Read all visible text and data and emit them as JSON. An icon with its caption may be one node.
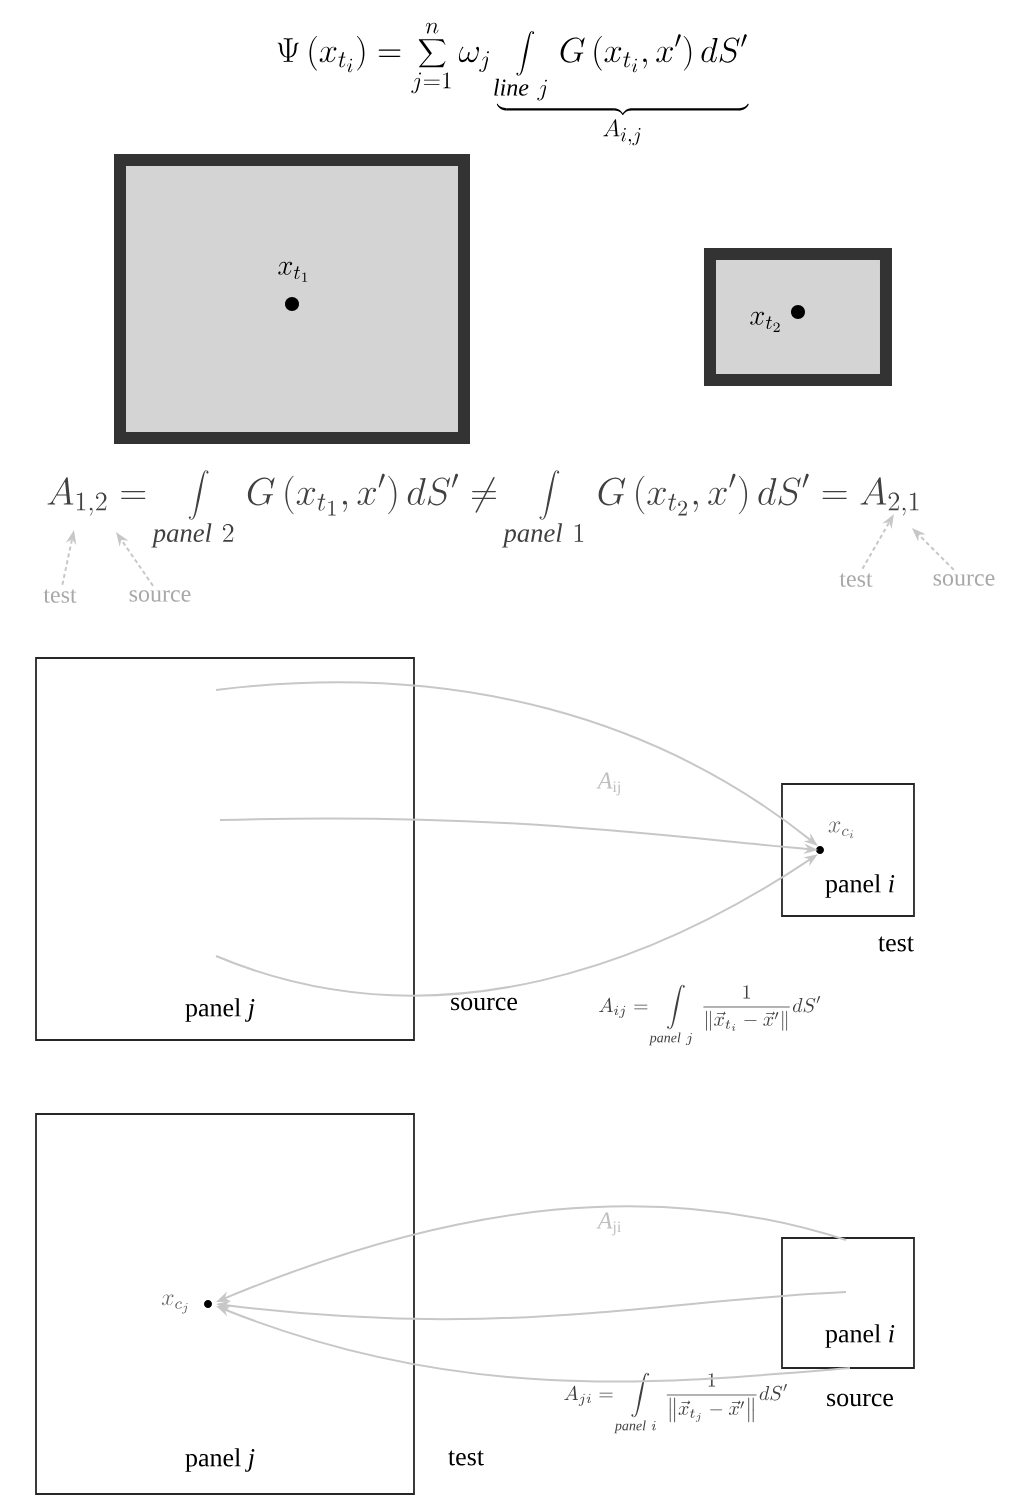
{
  "diagram": {
    "title": "\\Psi\\left(x_{t_i}\\right) = \\sum_{j=1}^{n} \\omega_j \\underbrace{\\int\\limits_{\\mathit{line}\\ j} G\\left(x_{t_i}, x'\\right) dS'}_{A_{i,j}}",
    "nodes": [
      {
        "text": [
          "x_{t_1}"
        ]
      },
      {
        "text": [
          "x_{t_2}"
        ]
      },
      {
        "text": [
          "panel *j*"
        ],
        "beside": [
          "source"
        ]
      },
      {
        "text": [
          "panel *i*"
        ],
        "beside": [
          "test"
        ]
      },
      {
        "text": [
          "x_{c_i}"
        ],
        "in": 3
      },
      {
        "text": [
          "panel *j*"
        ],
        "beside": [
          "test"
        ]
      },
      {
        "text": [
          "x_{c_j}"
        ],
        "in": 5
      },
      {
        "text": [
          "panel *i*"
        ],
        "beside": [
          "source"
        ]
      },
      {
        "text": [
          "test"
        ]
      },
      {
        "text": [
          "source"
        ]
      },
      {
        "text": [
          "test"
        ]
      },
      {
        "text": [
          "source"
        ]
      },
      {
        "text": [
          "A_{1,2} = \\int\\limits_{\\mathit{panel}\\ 2} G\\left(x_{t_1}, x'\\right) dS' \\neq \\int\\limits_{\\mathit{panel}\\ 1} G\\left(x_{t_2}, x'\\right) dS' = A_{2,1}"
        ]
      }
    ],
    "edges": [
      {
        "from": 2,
        "to": 4,
        "arrow": "to",
        "label": "*A*$_{ij}$"
      },
      {
        "from": 2,
        "to": 4,
        "arrow": "to"
      },
      {
        "from": 2,
        "to": 4,
        "arrow": "to"
      },
      {
        "from": 7,
        "to": 6,
        "arrow": "to",
        "label": "*A*$_{ji}$"
      },
      {
        "from": 7,
        "to": 6,
        "arrow": "to"
      },
      {
        "from": 7,
        "to": 6,
        "arrow": "to"
      },
      {
        "from": 8,
        "to": 12,
        "arrow": "to",
        "style": "dashed"
      },
      {
        "from": 9,
        "to": 12,
        "arrow": "to",
        "style": "dashed"
      },
      {
        "from": 10,
        "to": 12,
        "arrow": "to",
        "style": "dashed"
      },
      {
        "from": 11,
        "to": 12,
        "arrow": "to",
        "style": "dashed"
      }
    ],
    "labels": [
      "A_{ij} = \\int\\limits_{\\mathit{panel}\\ j} \\frac{1}{\\left\\| \\vec{x}_{t_i} - \\vec{x}'\\right\\|} dS'",
      "A_{ji} = \\int\\limits_{\\mathit{panel}\\ i} \\frac{1}{\\left\\| \\vec{x}_{t_j} - \\vec{x}'\\right\\|} dS'"
    ]
  }
}
